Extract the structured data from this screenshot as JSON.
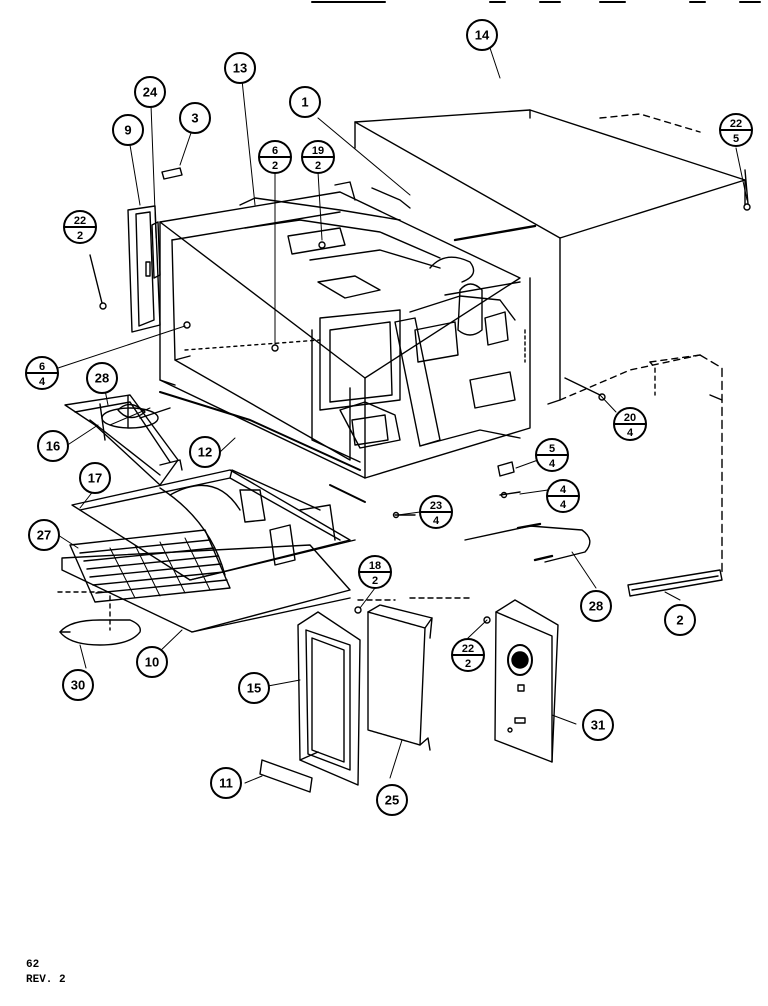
{
  "diagram": {
    "callouts": [
      {
        "id": "14",
        "label": "14"
      },
      {
        "id": "13",
        "label": "13"
      },
      {
        "id": "24",
        "label": "24"
      },
      {
        "id": "1",
        "label": "1"
      },
      {
        "id": "3",
        "label": "3"
      },
      {
        "id": "9",
        "label": "9"
      },
      {
        "id": "28a",
        "label": "28"
      },
      {
        "id": "16",
        "label": "16"
      },
      {
        "id": "12",
        "label": "12"
      },
      {
        "id": "17",
        "label": "17"
      },
      {
        "id": "27",
        "label": "27"
      },
      {
        "id": "28b",
        "label": "28"
      },
      {
        "id": "2",
        "label": "2"
      },
      {
        "id": "10",
        "label": "10"
      },
      {
        "id": "30",
        "label": "30"
      },
      {
        "id": "15",
        "label": "15"
      },
      {
        "id": "31",
        "label": "31"
      },
      {
        "id": "11",
        "label": "11"
      },
      {
        "id": "25",
        "label": "25"
      }
    ],
    "fraction_callouts": [
      {
        "id": "f22-5",
        "top": "22",
        "bottom": "5"
      },
      {
        "id": "f6-2",
        "top": "6",
        "bottom": "2"
      },
      {
        "id": "f19-2",
        "top": "19",
        "bottom": "2"
      },
      {
        "id": "f22-2a",
        "top": "22",
        "bottom": "2"
      },
      {
        "id": "f6-4",
        "top": "6",
        "bottom": "4"
      },
      {
        "id": "f20-4",
        "top": "20",
        "bottom": "4"
      },
      {
        "id": "f5-4",
        "top": "5",
        "bottom": "4"
      },
      {
        "id": "f4-4",
        "top": "4",
        "bottom": "4"
      },
      {
        "id": "f23-4",
        "top": "23",
        "bottom": "4"
      },
      {
        "id": "f18-2",
        "top": "18",
        "bottom": "2"
      },
      {
        "id": "f22-2b",
        "top": "22",
        "bottom": "2"
      }
    ]
  },
  "footer": {
    "page_number": "62",
    "revision": "REV. 2"
  }
}
